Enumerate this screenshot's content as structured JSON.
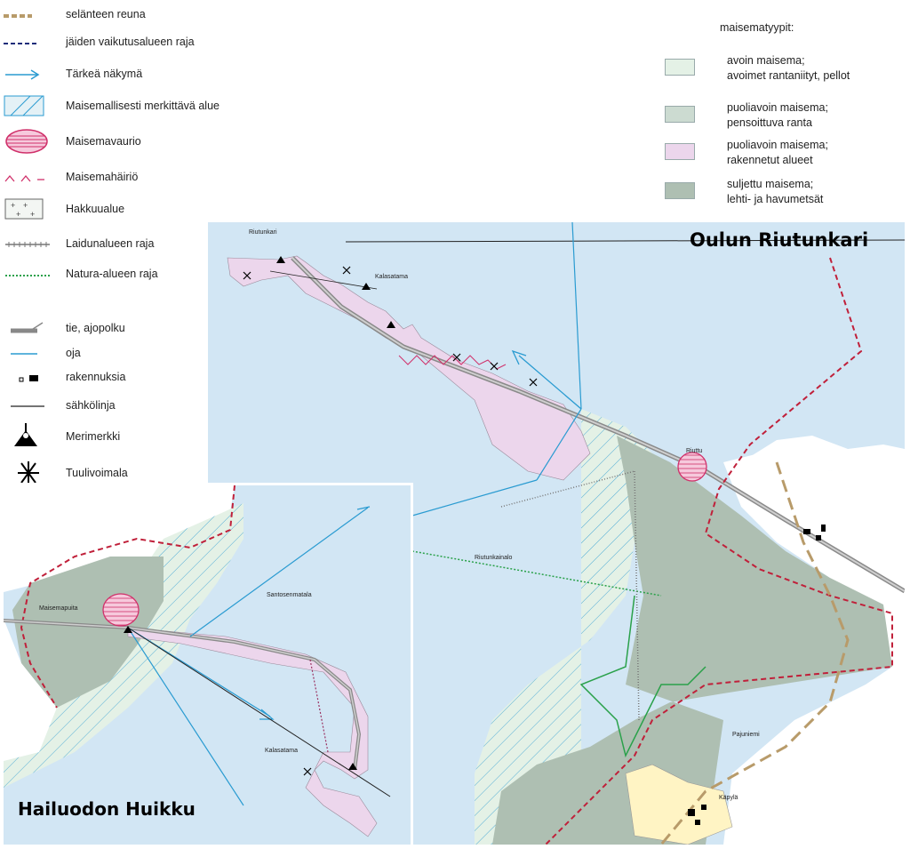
{
  "legend_left": [
    {
      "icon": "dashed-brown-line-icon",
      "label": "selänteen reuna"
    },
    {
      "icon": "dashed-navy-line-icon",
      "label": "jäiden vaikutusalueen raja"
    },
    {
      "icon": "blue-arrow-icon",
      "label": "Tärkeä näkymä"
    },
    {
      "icon": "hatched-box-icon",
      "label": "Maisemallisesti merkittävä alue"
    },
    {
      "icon": "pink-hatched-ellipse-icon",
      "label": "Maisemavaurio"
    },
    {
      "icon": "pink-zigzag-icon",
      "label": "Maisemahäiriö"
    },
    {
      "icon": "plus-box-icon",
      "label": "Hakkuualue"
    },
    {
      "icon": "tick-line-icon",
      "label": "Laidunalueen raja"
    },
    {
      "icon": "green-dotted-line-icon",
      "label": "Natura-alueen raja"
    },
    {
      "icon": "road-icon",
      "label": "tie, ajopolku"
    },
    {
      "icon": "blue-line-icon",
      "label": "oja"
    },
    {
      "icon": "building-icon",
      "label": "rakennuksia"
    },
    {
      "icon": "black-line-icon",
      "label": "sähkölinja"
    },
    {
      "icon": "sea-mark-icon",
      "label": "Merimerkki"
    },
    {
      "icon": "wind-turbine-icon",
      "label": "Tuulivoimala"
    }
  ],
  "legend_right": {
    "title": "maisematyypit:",
    "items": [
      {
        "line1": "avoin maisema;",
        "line2": "avoimet rantaniityt, pellot",
        "color": "#e4f1e6"
      },
      {
        "line1": "puoliavoin maisema;",
        "line2": "pensoittuva ranta",
        "color": "#ccdbd1"
      },
      {
        "line1": "puoliavoin maisema;",
        "line2": "rakennetut alueet",
        "color": "#ecd6ec"
      },
      {
        "line1": "suljettu maisema;",
        "line2": "lehti- ja havumetsät",
        "color": "#aebfb2"
      }
    ]
  },
  "main_map": {
    "title": "Oulun Riutunkari",
    "places": {
      "riutunkari": "Riutunkari",
      "kalasatama": "Kalasatama",
      "riutunkainalo": "Riutunkainalo",
      "riutta": "Riuttu",
      "pajuniemi": "Pajuniemi",
      "kapyla": "Käpylä"
    }
  },
  "inset_map": {
    "title": "Hailuodon Huikku",
    "places": {
      "maisemapuita": "Maisemapuita",
      "santosenmatala": "Santosenmatala",
      "kalasatama": "Kalasatama"
    }
  },
  "colors": {
    "water": "#d2e6f4",
    "open": "#e4f1e6",
    "semiopen": "#ccdbd1",
    "built": "#ecd6ec",
    "closed": "#aebfb2",
    "pink": "#d0306a",
    "blue": "#2a9bd1",
    "brown": "#b89b6a"
  }
}
